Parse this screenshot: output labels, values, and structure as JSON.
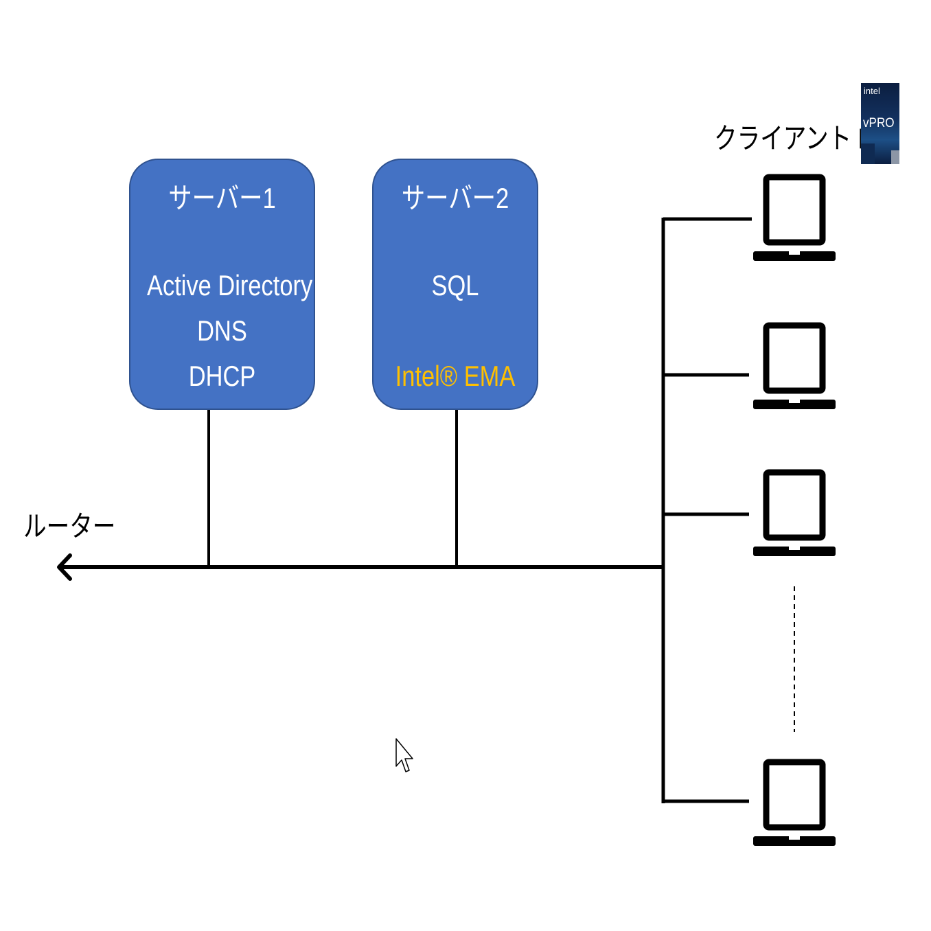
{
  "router": {
    "label": "ルーター"
  },
  "server1": {
    "title": "サーバー1",
    "services": [
      "Active Directory",
      "DNS",
      "DHCP"
    ]
  },
  "server2": {
    "title": "サーバー2",
    "services": [
      "SQL",
      "Intel® EMA"
    ]
  },
  "clients": {
    "label": "クライアント PC"
  },
  "badge": {
    "brand": "intel",
    "text": "vPRO"
  },
  "colors": {
    "server_fill": "#4472c4",
    "server_border": "#2f528f",
    "highlight_text": "#ffc000",
    "line": "#000000"
  },
  "icons": [
    "arrow-left-icon",
    "laptop-icon",
    "mouse-pointer-icon"
  ]
}
